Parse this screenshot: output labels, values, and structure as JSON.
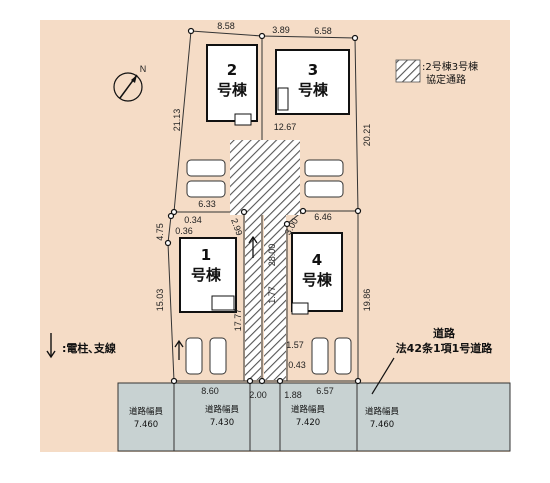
{
  "buildings": [
    {
      "number": "2",
      "suffix": "号棟"
    },
    {
      "number": "3",
      "suffix": "号棟"
    },
    {
      "number": "1",
      "suffix": "号棟"
    },
    {
      "number": "4",
      "suffix": "号棟"
    }
  ],
  "dimensions": {
    "top_left": "8.58",
    "top_mid": "3.89",
    "top_right": "6.58",
    "left_upper": "21.13",
    "right_upper": "20.21",
    "divider_upper": "12.67",
    "lot1_top": "6.33",
    "lot1_a": "0.34",
    "lot1_b": "0.36",
    "lot1_c": "2.99",
    "lot1_side": "4.75",
    "lot4_top": "6.46",
    "lot4_a": "3.00",
    "passage": "28.00",
    "passage_small": "1.77",
    "lot1_left": "15.03",
    "lot1_right": "17.77",
    "lot4_right": "19.86",
    "bottom_left": "8.60",
    "bottom_passage": "2.00",
    "bottom_small": "1.88",
    "bottom_right": "6.57",
    "p1": "1.57",
    "p2": "0.43"
  },
  "roads": [
    {
      "label": "道路幅員",
      "width": "7.460"
    },
    {
      "label": "道路幅員",
      "width": "7.430"
    },
    {
      "label": "道路幅員",
      "width": "7.420"
    },
    {
      "label": "道路幅員",
      "width": "7.460"
    }
  ],
  "legend": {
    "shared_passage_line1": ":2号棟3号棟",
    "shared_passage_line2": "協定通路",
    "utility_pole": ":電柱､支線",
    "road_title": "道路",
    "road_law": "法42条1項1号道路",
    "north": "N"
  },
  "colors": {
    "lot": "#f5dcc6",
    "road": "#c8d2d2",
    "hatch": "#555555"
  }
}
